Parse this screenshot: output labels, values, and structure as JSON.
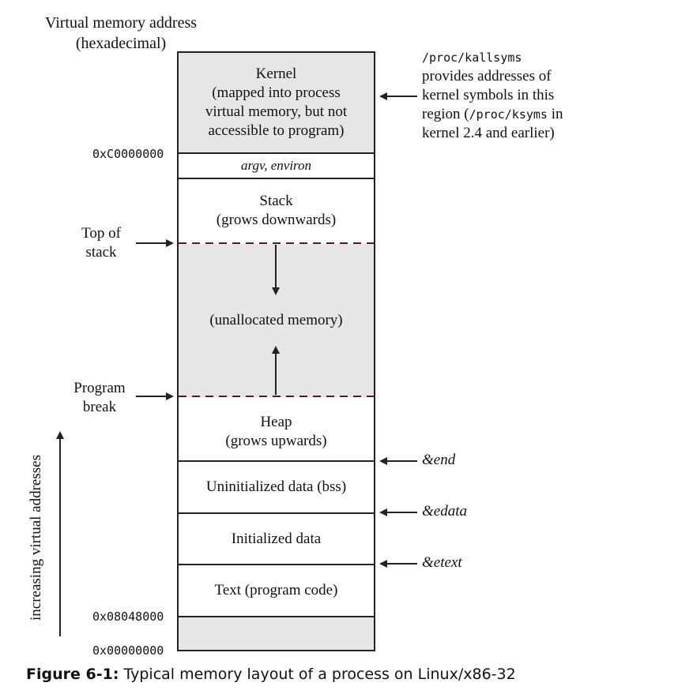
{
  "header": {
    "line1": "Virtual memory address",
    "line2": "(hexadecimal)"
  },
  "segments": {
    "kernel": {
      "l1": "Kernel",
      "l2": "(mapped into process",
      "l3": "virtual memory, but not",
      "l4": "accessible to program)"
    },
    "argv": "argv, environ",
    "stack": {
      "l1": "Stack",
      "l2": "(grows downwards)"
    },
    "unallocated": "(unallocated memory)",
    "heap": {
      "l1": "Heap",
      "l2": "(grows upwards)"
    },
    "bss": "Uninitialized data (bss)",
    "initdata": "Initialized data",
    "text": "Text (program code)"
  },
  "addresses": {
    "kernel_start": "0xC0000000",
    "text_start": "0x08048000",
    "zero": "0x00000000"
  },
  "left_labels": {
    "top_of_stack": {
      "l1": "Top of",
      "l2": "stack"
    },
    "program_break": {
      "l1": "Program",
      "l2": "break"
    },
    "increasing": "increasing virtual addresses"
  },
  "right_labels": {
    "end": "&end",
    "edata": "&edata",
    "etext": "&etext",
    "kernel_note": {
      "path1": "/proc/kallsyms",
      "l2": "provides addresses of",
      "l3": "kernel symbols in this",
      "l4_pre": "region (",
      "path2": "/proc/ksyms",
      "l4_post": " in",
      "l5": "kernel 2.4 and earlier)"
    }
  },
  "caption": {
    "bold": "Figure 6-1:",
    "text": " Typical memory layout of a process on Linux/x86-32"
  },
  "colors": {
    "line": "#222222",
    "gray_fill": "#e6e6e6",
    "dash": "#5a1a1a"
  }
}
